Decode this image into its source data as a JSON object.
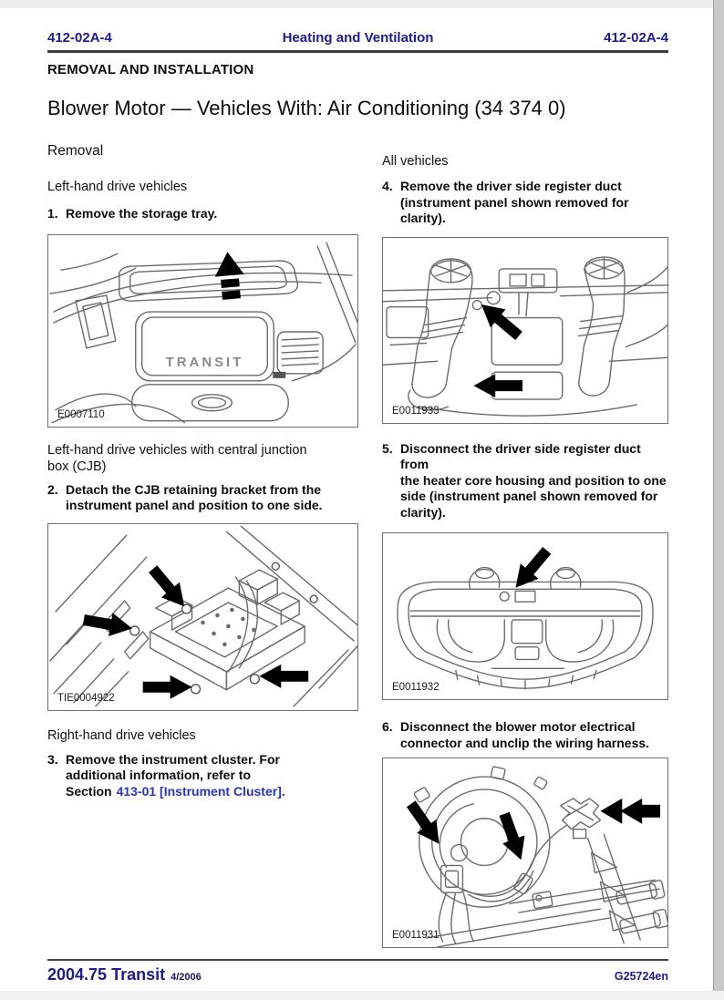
{
  "header": {
    "left_code": "412-02A-4",
    "center_title": "Heating and Ventilation",
    "right_code": "412-02A-4"
  },
  "section_heading": "REMOVAL AND INSTALLATION",
  "page_title": "Blower Motor — Vehicles With: Air Conditioning (34 374 0)",
  "left_column": {
    "removal_heading": "Removal",
    "lhd_heading": "Left-hand drive vehicles",
    "step1_num": "1.",
    "step1_text": "Remove the storage tray.",
    "figure1_label": "E0007110",
    "figure1_logo": "TRANSIT",
    "cjb_heading": "Left-hand drive vehicles with central junction\nbox (CJB)",
    "step2_num": "2.",
    "step2_text": "Detach the CJB retaining bracket from the\ninstrument panel and position to one side.",
    "figure2_label": "TIE0004922",
    "rhd_heading": "Right-hand drive vehicles",
    "step3_num": "3.",
    "step3_text": "Remove the instrument cluster. For\nadditional information, refer to\nSection",
    "step3_link": "413-01 [Instrument Cluster]."
  },
  "right_column": {
    "all_heading": "All vehicles",
    "step4_num": "4.",
    "step4_text": "Remove the driver side register duct\n(instrument panel shown removed for\nclarity).",
    "figure4_label": "E0011933",
    "step5_num": "5.",
    "step5_text": "Disconnect the driver side register duct from\nthe heater core housing and position to one\nside (instrument panel shown removed for\nclarity).",
    "figure5_label": "E0011932",
    "step6_num": "6.",
    "step6_text": "Disconnect the blower motor electrical\nconnector and unclip the wiring harness.",
    "figure6_label": "E0011931"
  },
  "footer": {
    "model": "2004.75 Transit",
    "edition": "4/2006",
    "doc_code": "G25724en"
  },
  "colors": {
    "navy": "#1c1c8c",
    "link_blue": "#2636bc",
    "header_rule": "#3d3d3d",
    "scrollbar_gray": "#c9c9c9"
  }
}
